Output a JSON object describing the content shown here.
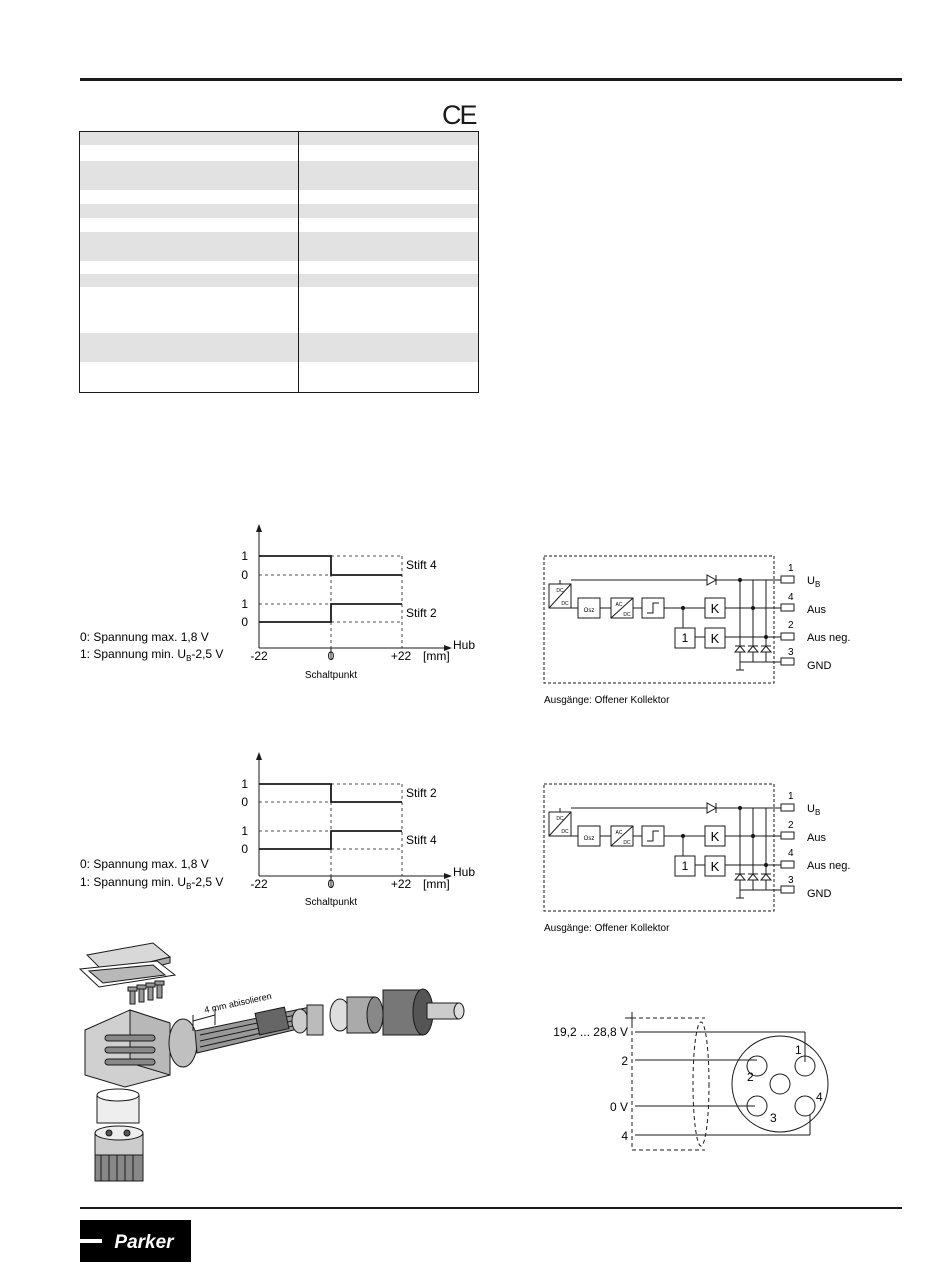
{
  "ce_mark": "CE",
  "diagram_1": {
    "y_labels": [
      "1",
      "0",
      "1",
      "0"
    ],
    "pin_top": "Stift 4",
    "pin_bottom": "Stift 2",
    "legend_0": "0: Spannung max. 1,8 V",
    "legend_1_prefix": "1: Spannung min. U",
    "legend_1_sub": "B",
    "legend_1_suffix": "-2,5 V",
    "x_ticks": [
      "-22",
      "0",
      "+22"
    ],
    "x_unit": "[mm]",
    "x_axis_label": "Hub",
    "switch_point_label": "Schaltpunkt"
  },
  "diagram_2": {
    "y_labels": [
      "1",
      "0",
      "1",
      "0"
    ],
    "pin_top": "Stift 2",
    "pin_bottom": "Stift 4",
    "legend_0": "0: Spannung max. 1,8 V",
    "legend_1_prefix": "1: Spannung min. U",
    "legend_1_sub": "B",
    "legend_1_suffix": "-2,5 V",
    "x_ticks": [
      "-22",
      "0",
      "+22"
    ],
    "x_unit": "[mm]",
    "x_axis_label": "Hub",
    "switch_point_label": "Schaltpunkt"
  },
  "circuit_1": {
    "block_dcdc_top": "DC",
    "block_dcdc_bottom": "DC",
    "block_osc": "Osz",
    "block_acdc_top": "AC",
    "block_acdc_bottom": "DC",
    "block_invert": "1",
    "block_k": "K",
    "pins": [
      {
        "num": "1",
        "label": "U",
        "sub": "B"
      },
      {
        "num": "4",
        "label": "Aus",
        "sub": ""
      },
      {
        "num": "2",
        "label": "Aus neg.",
        "sub": ""
      },
      {
        "num": "3",
        "label": "GND",
        "sub": ""
      }
    ],
    "caption": "Ausgänge: Offener Kollektor"
  },
  "circuit_2": {
    "block_dcdc_top": "DC",
    "block_dcdc_bottom": "DC",
    "block_osc": "Osz",
    "block_acdc_top": "AC",
    "block_acdc_bottom": "DC",
    "block_invert": "1",
    "block_k": "K",
    "pins": [
      {
        "num": "1",
        "label": "U",
        "sub": "B"
      },
      {
        "num": "2",
        "label": "Aus",
        "sub": ""
      },
      {
        "num": "4",
        "label": "Aus neg.",
        "sub": ""
      },
      {
        "num": "3",
        "label": "GND",
        "sub": ""
      }
    ],
    "caption": "Ausgänge: Offener Kollektor"
  },
  "connector_illustration": {
    "strip_label": "4 mm abisolieren"
  },
  "pinout": {
    "supply_label": "19,2 ... 28,8 V",
    "wire_2": "2",
    "wire_0v": "0 V",
    "wire_4": "4",
    "pin_numbers": [
      "1",
      "2",
      "3",
      "4"
    ]
  },
  "logo": {
    "text": "Parker"
  }
}
